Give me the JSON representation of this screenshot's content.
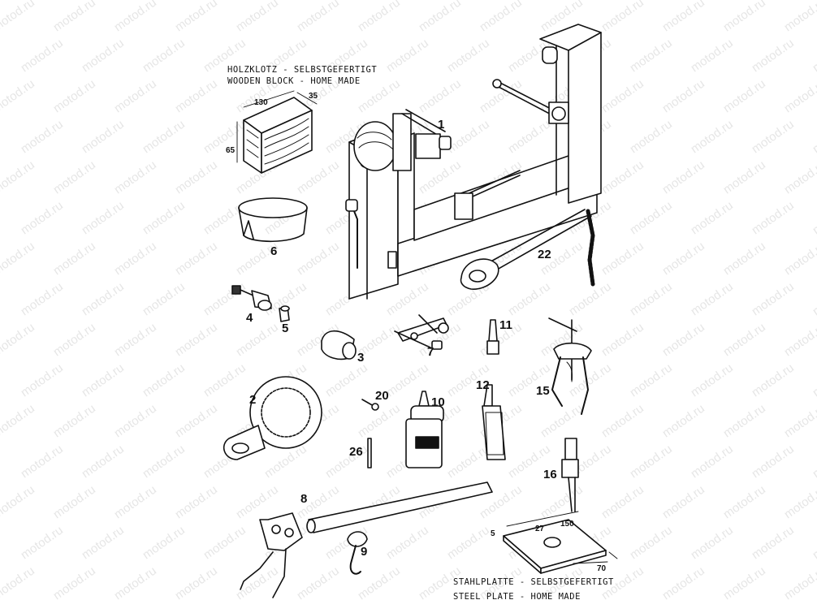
{
  "watermark": "motod.ru",
  "captions": {
    "wood_de": "HOLZKLOTZ - SELBSTGEFERTIGT",
    "wood_en": "WOODEN BLOCK - HOME MADE",
    "steel_de": "STAHLPLATTE - SELBSTGEFERTIGT",
    "steel_en": "STEEL PLATE - HOME MADE"
  },
  "dimensions": {
    "wood_len": "130",
    "wood_depth": "35",
    "wood_height": "65",
    "plate_len": "150",
    "plate_width": "70",
    "plate_thick": "5",
    "plate_hole": "27"
  },
  "part_labels": {
    "p1": "1",
    "p2": "2",
    "p3": "3",
    "p4": "4",
    "p5": "5",
    "p6": "6",
    "p7": "7",
    "p8": "8",
    "p9": "9",
    "p10": "10",
    "p11": "11",
    "p12": "12",
    "p15": "15",
    "p16": "16",
    "p20": "20",
    "p22": "22",
    "p26": "26"
  }
}
